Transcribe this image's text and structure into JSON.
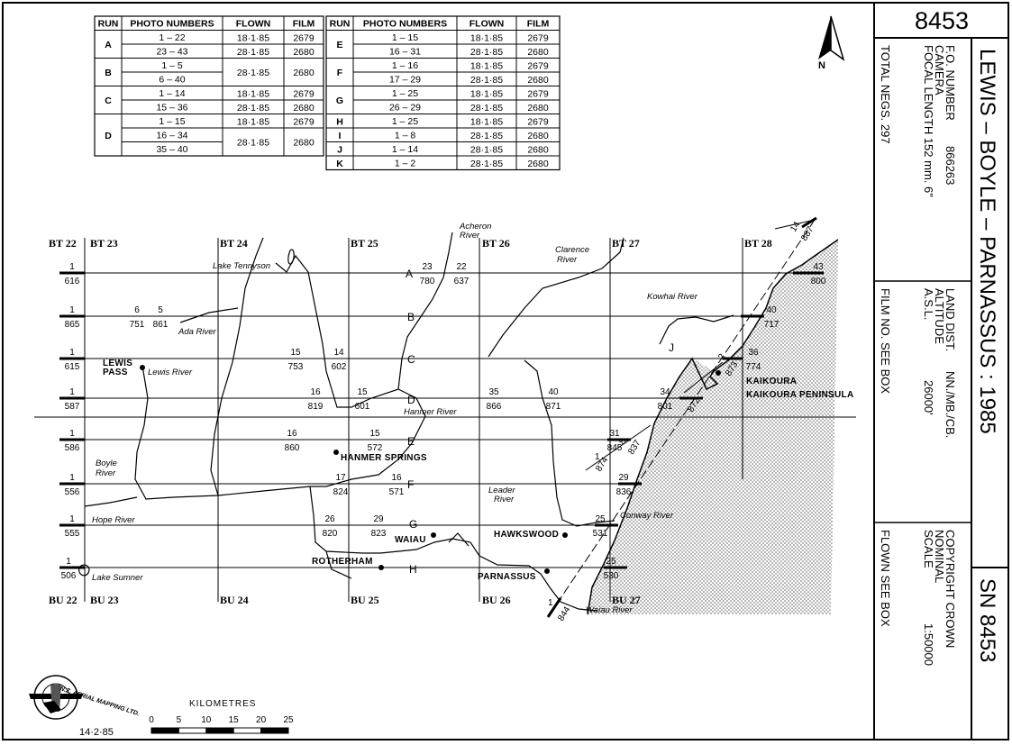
{
  "sheet_number": "8453",
  "title": "LEWIS – BOYLE – PARNASSUS : 1985",
  "sn": "SN 8453",
  "info": {
    "fo_number_label": "F.O. NUMBER",
    "fo_number": "866263",
    "camera_label": "CAMERA",
    "focal_length": "FOCAL LENGTH  152 mm.   6\"",
    "total_negs": "TOTAL NEGS.  297",
    "land_dist_label": "LAND DIST.",
    "land_dist": "NN./MB./CB.",
    "altitude_label": "ALTITUDE",
    "asl_label": "A.S.L.",
    "altitude": "26000'",
    "film_no": "FILM NO.   SEE BOX",
    "copyright": "COPYRIGHT  CROWN",
    "nominal_label": "NOMINAL",
    "scale_label": "SCALE",
    "scale": "1:50000",
    "flown": "FLOWN          SEE BOX"
  },
  "run_table": {
    "headers": [
      "RUN",
      "PHOTO NUMBERS",
      "FLOWN",
      "FILM"
    ],
    "left": [
      {
        "run": "A",
        "rows": [
          [
            "1 – 22",
            "18·1·85",
            "2679"
          ],
          [
            "23 – 43",
            "28·1·85",
            "2680"
          ]
        ]
      },
      {
        "run": "B",
        "rows": [
          [
            "1 – 5",
            null,
            null
          ],
          [
            "6 – 40",
            "28·1·85",
            "2680"
          ]
        ]
      },
      {
        "run": "C",
        "rows": [
          [
            "1 – 14",
            "18·1·85",
            "2679"
          ],
          [
            "15 – 36",
            "28·1·85",
            "2680"
          ]
        ]
      },
      {
        "run": "D",
        "rows": [
          [
            "1 – 15",
            "18·1·85",
            "2679"
          ],
          [
            "16 – 34",
            null,
            null
          ],
          [
            "35 – 40",
            "28·1·85",
            "2680"
          ]
        ]
      }
    ],
    "right": [
      {
        "run": "E",
        "rows": [
          [
            "1 – 15",
            "18·1·85",
            "2679"
          ],
          [
            "16 – 31",
            "28·1·85",
            "2680"
          ]
        ]
      },
      {
        "run": "F",
        "rows": [
          [
            "1 – 16",
            "18·1·85",
            "2679"
          ],
          [
            "17 – 29",
            "28·1·85",
            "2680"
          ]
        ]
      },
      {
        "run": "G",
        "rows": [
          [
            "1 – 25",
            "18·1·85",
            "2679"
          ],
          [
            "26 – 29",
            "28·1·85",
            "2680"
          ]
        ]
      },
      {
        "run": "H",
        "rows": [
          [
            "1 – 25",
            "18·1·85",
            "2679"
          ]
        ]
      },
      {
        "run": "I",
        "rows": [
          [
            "1 – 8",
            "28·1·85",
            "2680"
          ]
        ]
      },
      {
        "run": "J",
        "rows": [
          [
            "1 – 14",
            "28·1·85",
            "2680"
          ]
        ]
      },
      {
        "run": "K",
        "rows": [
          [
            "1 – 2",
            "28·1·85",
            "2680"
          ]
        ]
      }
    ]
  },
  "north_label": "N",
  "grid_top": [
    "BT 22",
    "BT 23",
    "BT 24",
    "BT 25",
    "BT 26",
    "BT 27",
    "BT 28"
  ],
  "grid_bottom": [
    "BU 22",
    "BU 23",
    "BU 24",
    "BU 25",
    "BU 26",
    "BU 27"
  ],
  "runs": [
    "A",
    "B",
    "C",
    "D",
    "E",
    "F",
    "G",
    "H",
    "J"
  ],
  "photo_labels": [
    {
      "top": "1",
      "bottom": "616"
    },
    {
      "top": "1",
      "bottom": "865"
    },
    {
      "top": "1",
      "bottom": "615"
    },
    {
      "top": "1",
      "bottom": "587"
    },
    {
      "top": "1",
      "bottom": "586"
    },
    {
      "top": "1",
      "bottom": "556"
    },
    {
      "top": "1",
      "bottom": "555"
    },
    {
      "top": "1",
      "bottom": "506"
    },
    {
      "top": "23",
      "bottom": "780"
    },
    {
      "top": "22",
      "bottom": "637"
    },
    {
      "top": "43",
      "bottom": "800"
    },
    {
      "top": "6",
      "bottom": "751"
    },
    {
      "top": "5",
      "bottom": "861"
    },
    {
      "top": "40",
      "bottom": "717"
    },
    {
      "top": "15",
      "bottom": "753"
    },
    {
      "top": "14",
      "bottom": "602"
    },
    {
      "top": "36",
      "bottom": "774"
    },
    {
      "top": "16",
      "bottom": "819"
    },
    {
      "top": "15",
      "bottom": "601"
    },
    {
      "top": "35",
      "bottom": "866"
    },
    {
      "top": "40",
      "bottom": "871"
    },
    {
      "top": "34",
      "bottom": "801"
    },
    {
      "top": "16",
      "bottom": "860"
    },
    {
      "top": "15",
      "bottom": "572"
    },
    {
      "top": "31",
      "bottom": "845"
    },
    {
      "top": "17",
      "bottom": "824"
    },
    {
      "top": "16",
      "bottom": "571"
    },
    {
      "top": "29",
      "bottom": "836"
    },
    {
      "top": "26",
      "bottom": "820"
    },
    {
      "top": "29",
      "bottom": "823"
    },
    {
      "top": "25",
      "bottom": "531"
    },
    {
      "top": "25",
      "bottom": "530"
    }
  ],
  "slant_labels": [
    "14",
    "887",
    "2",
    "873",
    "872",
    "8",
    "837",
    "874",
    "1",
    "844",
    "1"
  ],
  "places": [
    "LEWIS",
    "PASS",
    "HANMER SPRINGS",
    "WAIAU",
    "ROTHERHAM",
    "HAWKSWOOD",
    "PARNASSUS",
    "KAIKOURA",
    "KAIKOURA PENINSULA"
  ],
  "rivers": [
    "Acheron",
    "River",
    "Clarence",
    "River",
    "Lake Tennyson",
    "Kowhai River",
    "Ada River",
    "Lewis River",
    "Hanmer River",
    "Boyle",
    "River",
    "Leader",
    "River",
    "Conway River",
    "Hope River",
    "Lake Sumner",
    "Waiau River"
  ],
  "logo_text": "N.Z. AERIAL MAPPING LTD.",
  "date": "14·2·85",
  "scale_bar": {
    "title": "KILOMETRES",
    "ticks": [
      "0",
      "5",
      "10",
      "15",
      "20",
      "25"
    ]
  },
  "colors": {
    "ink": "#000000",
    "sea_stipple": "#bdbdbd"
  }
}
